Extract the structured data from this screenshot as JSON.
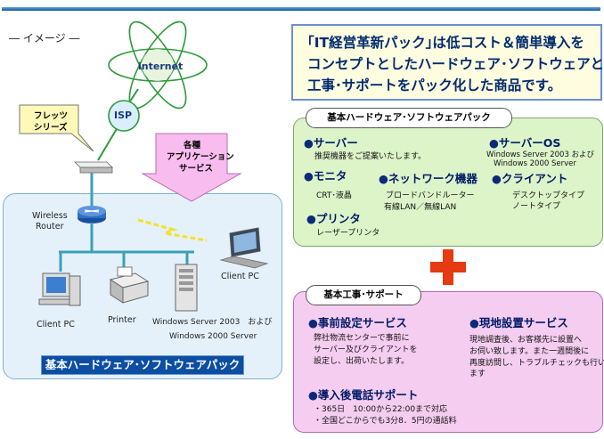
{
  "header": {
    "image_label": "― イメージ ―"
  },
  "callout": {
    "lines": [
      "｢IT経営革新パック｣は低コスト＆簡単導入を",
      "コンセプトとしたハードウェア･ソフトウェアと",
      "工事･サポートをパック化した商品です。"
    ]
  },
  "network": {
    "internet": "internet",
    "isp": "ISP",
    "flets": [
      "フレッツ",
      "シリーズ"
    ],
    "app_service": [
      "各種",
      "アプリケーション",
      "サービス"
    ],
    "router": [
      "Wireless",
      "Router"
    ],
    "client_pc_right": "Client PC",
    "client_pc_left": "Client PC",
    "printer": "Printer",
    "server": [
      "Windows Server 2003　および",
      "Windows 2000 Server"
    ],
    "bottom_label": "基本ハードウェア･ソフトウェアパック"
  },
  "hw_pack": {
    "title": "基本ハードウェア･ソフトウェアパック",
    "server": {
      "heading": "サーバー",
      "desc": "推奨機器をご提案いたします。"
    },
    "server_os": {
      "heading": "サーバーOS",
      "desc": [
        "Windows Server 2003 および",
        "Windows 2000 Server"
      ]
    },
    "monitor": {
      "heading": "モニタ",
      "desc": "CRT･液晶"
    },
    "network_device": {
      "heading": "ネットワーク機器",
      "desc": [
        "ブロードバンドルーター",
        "有線LAN／無線LAN"
      ]
    },
    "client": {
      "heading": "クライアント",
      "desc": [
        "デスクトップタイプ",
        "ノートタイプ"
      ]
    },
    "printer": {
      "heading": "プリンタ",
      "desc": "レーザープリンタ"
    }
  },
  "service_pack": {
    "title": "基本工事･サポート",
    "presetup": {
      "heading": "事前設定サービス",
      "desc": [
        "弊社物流センターで事前に",
        "サーバー及びクライアントを",
        "設定し、出荷いたします。"
      ]
    },
    "onsite": {
      "heading": "現地設置サービス",
      "desc": [
        "現地調査後、お客様先に設置へ",
        "お伺い致します。また一週間後に",
        "再度訪問し、トラブルチェックも行い",
        "ます"
      ]
    },
    "phone": {
      "heading": "導入後電話サポート",
      "desc": [
        "・365日　10:00から22:00まで対応",
        "・全国どこからでも3分8．5円の通話料"
      ]
    }
  },
  "colors": {
    "title_rule": "#0b4f9c",
    "callout_border": "#6c8fd0",
    "callout_fill": "#fffde0",
    "green_panel": "#dcf4c8",
    "pink_panel": "#f5cdf0",
    "left_panel": "#e4f1fb",
    "network_line": "#3aa0b8",
    "plus": "#e53a12",
    "bottom_bar": "#0b4ea2"
  },
  "icons": [
    "atom-cloud-icon",
    "isp-globe-icon",
    "modem-icon",
    "router-icon",
    "laptop-icon",
    "desktop-pc-icon",
    "printer-icon",
    "server-tower-icon",
    "lightning-icon",
    "down-arrow-icon",
    "plus-icon"
  ]
}
